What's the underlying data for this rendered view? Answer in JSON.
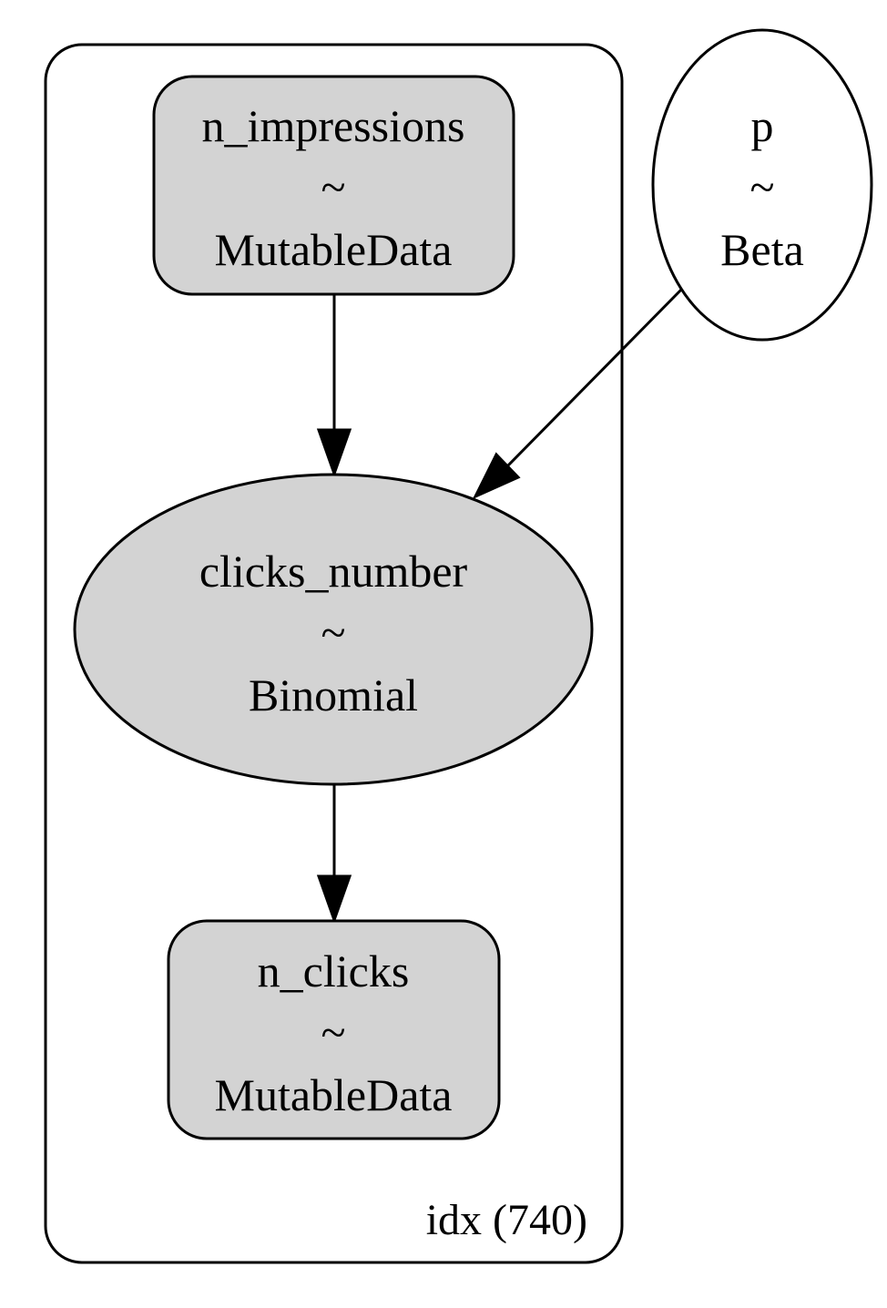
{
  "plate": {
    "label": "idx (740)"
  },
  "nodes": {
    "n_impressions": {
      "name": "n_impressions",
      "tilde": "~",
      "dist": "MutableData",
      "fill": "#d3d3d3"
    },
    "p": {
      "name": "p",
      "tilde": "~",
      "dist": "Beta",
      "fill": "#ffffff"
    },
    "clicks_number": {
      "name": "clicks_number",
      "tilde": "~",
      "dist": "Binomial",
      "fill": "#d3d3d3"
    },
    "n_clicks": {
      "name": "n_clicks",
      "tilde": "~",
      "dist": "MutableData",
      "fill": "#d3d3d3"
    }
  },
  "edges": [
    {
      "from": "n_impressions",
      "to": "clicks_number"
    },
    {
      "from": "p",
      "to": "clicks_number"
    },
    {
      "from": "clicks_number",
      "to": "n_clicks"
    }
  ],
  "colors": {
    "stroke": "#000000",
    "observed_fill": "#d3d3d3",
    "free_fill": "#ffffff"
  }
}
